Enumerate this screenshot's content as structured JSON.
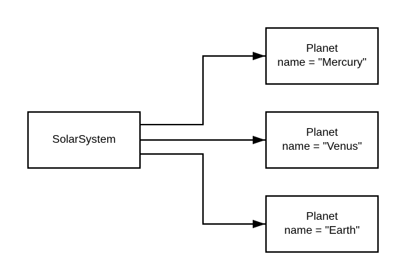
{
  "source": {
    "label": "SolarSystem"
  },
  "targets": [
    {
      "type": "Planet",
      "attribute": "name = \"Mercury\""
    },
    {
      "type": "Planet",
      "attribute": "name = \"Venus\""
    },
    {
      "type": "Planet",
      "attribute": "name = \"Earth\""
    }
  ],
  "colors": {
    "stroke": "#000000",
    "background": "#ffffff"
  }
}
